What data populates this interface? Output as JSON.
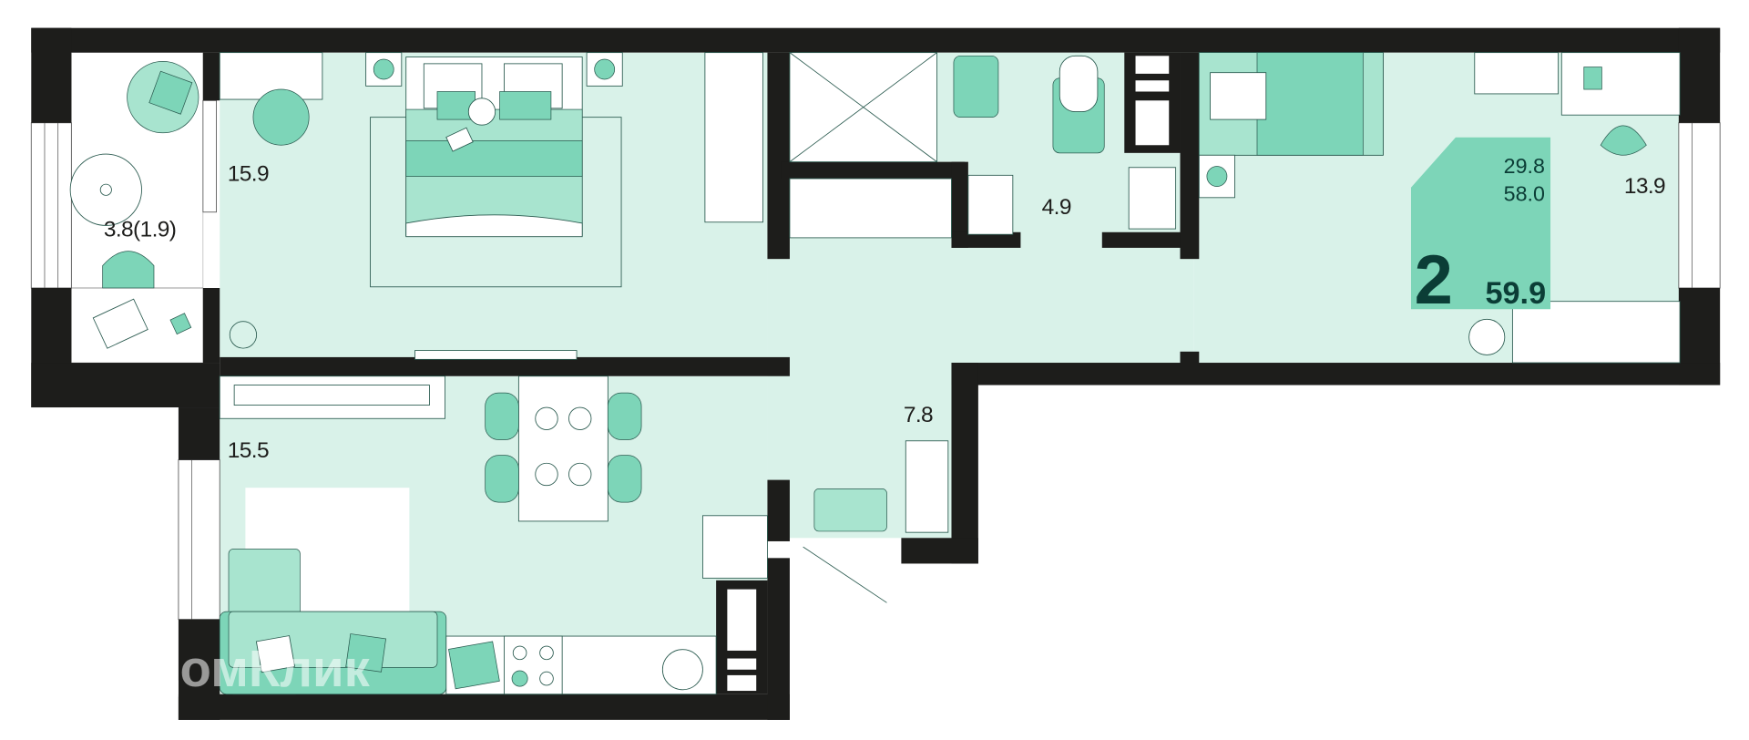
{
  "plan": {
    "rooms": {
      "bedroom_1": "15.9",
      "balcony": "3.8(1.9)",
      "bathroom": "4.9",
      "bedroom_2": "13.9",
      "kitchen_living": "15.5",
      "hall": "7.8"
    },
    "summary": {
      "living_area": "29.8",
      "total_area_without_balcony": "58.0",
      "rooms_count": "2",
      "total_area": "59.9"
    },
    "watermark": "ДомКлик"
  },
  "colors": {
    "wall": "#1d1d1b",
    "floor": "#d9f2e9",
    "accent": "#7dd5b8",
    "accent_light": "#a8e4cf",
    "label_text": "#0b3d36"
  }
}
